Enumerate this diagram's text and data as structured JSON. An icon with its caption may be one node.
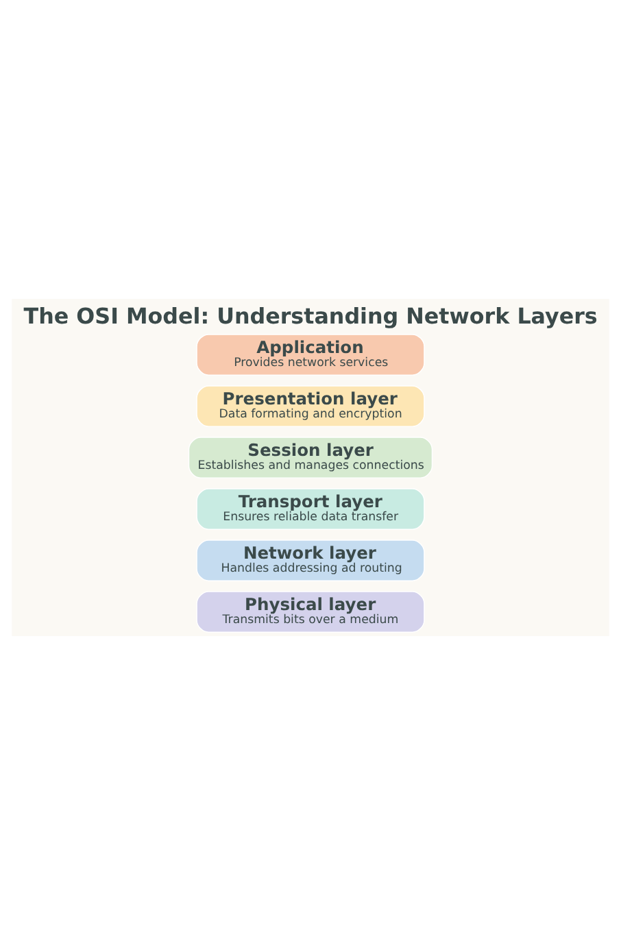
{
  "diagram": {
    "title": "The OSI Model: Understanding Network Layers",
    "nodes": [
      {
        "text": [
          "Application",
          "Provides network services"
        ]
      },
      {
        "text": [
          "Presentation layer",
          "Data formating and encryption"
        ]
      },
      {
        "text": [
          "Session layer",
          "Establishes and manages connections"
        ]
      },
      {
        "text": [
          "Transport layer",
          "Ensures reliable data transfer"
        ]
      },
      {
        "text": [
          "Network layer",
          "Handles addressing ad routing"
        ]
      },
      {
        "text": [
          "Physical layer",
          "Transmits bits over a medium"
        ]
      }
    ],
    "edges": []
  }
}
